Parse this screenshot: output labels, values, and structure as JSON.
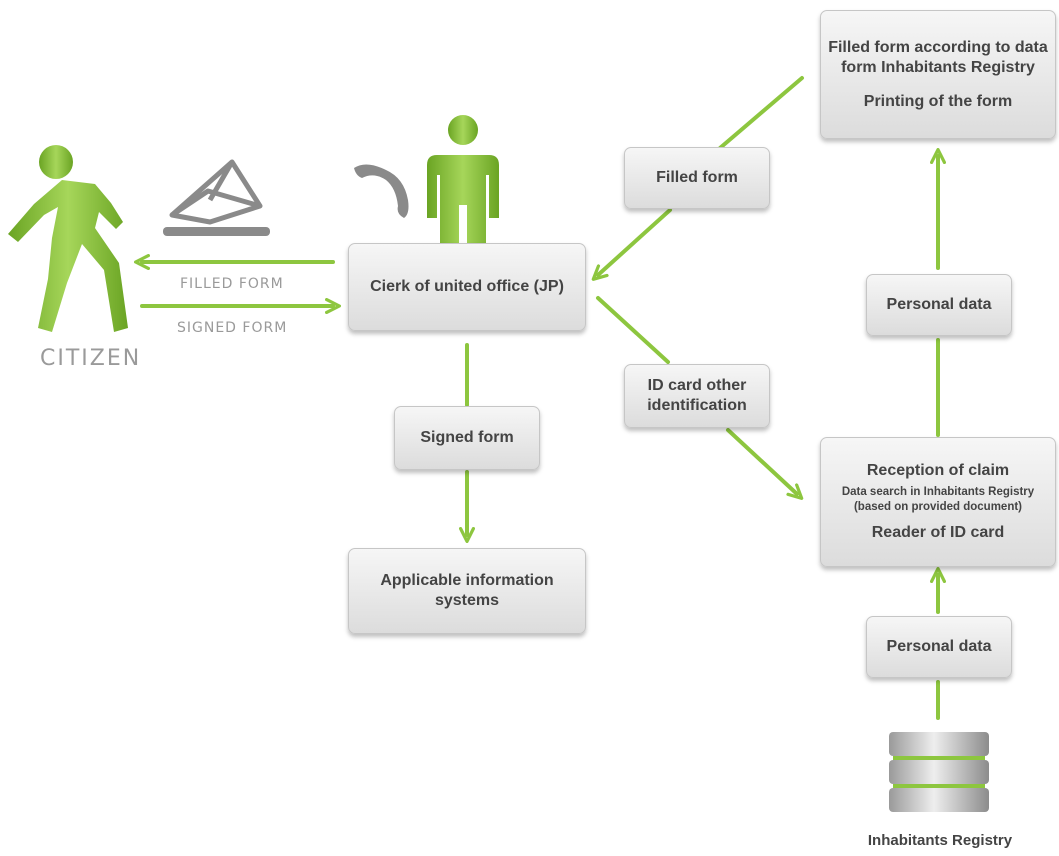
{
  "colors": {
    "accent": "#8dc63f",
    "box_text": "#444444",
    "label": "#9a9a9a",
    "icon_gray": "#8a8a8a"
  },
  "citizen": {
    "label": "CITIZEN"
  },
  "labels": {
    "filled_form": "FILLED FORM",
    "signed_form": "SIGNED FORM"
  },
  "boxes": {
    "clerk": "Cierk of united office (JP)",
    "filled_form": "Filled form",
    "signed_form": "Signed form",
    "applicable": {
      "line1": "Applicable information",
      "line2": "systems"
    },
    "id_card": {
      "line1": "ID card other",
      "line2": "identification"
    },
    "filled_form_data": {
      "line1": "Filled form according to data",
      "line2": "form Inhabitants Registry",
      "line3": "Printing of the form"
    },
    "personal_data_top": "Personal data",
    "reception": {
      "title": "Reception of claim",
      "sub1": "Data search in  Inhabitants Registry",
      "sub2": "(based on provided document)",
      "footer": "Reader of ID card"
    },
    "personal_data_bottom": "Personal data"
  },
  "registry": {
    "label": "Inhabitants Registry"
  }
}
